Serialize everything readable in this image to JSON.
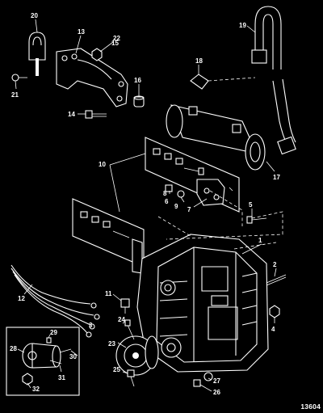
{
  "figure": {
    "number": "13604"
  },
  "callouts": [
    "1",
    "2",
    "3",
    "4",
    "5",
    "6",
    "7",
    "8",
    "9",
    "10",
    "11",
    "12",
    "13",
    "14",
    "15",
    "16",
    "17",
    "18",
    "19",
    "20",
    "21",
    "22",
    "23",
    "24",
    "25",
    "26",
    "27",
    "28",
    "29",
    "30",
    "31",
    "32"
  ]
}
